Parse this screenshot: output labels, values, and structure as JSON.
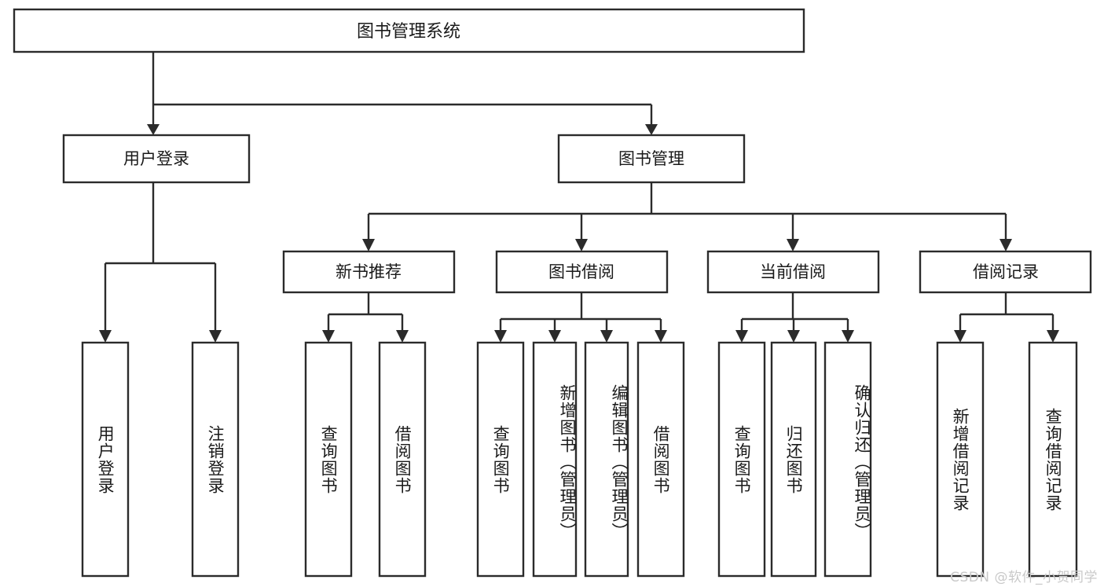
{
  "diagram": {
    "title": "图书管理系统",
    "type": "tree-hierarchy",
    "watermark": "CSDN @软件_小贺同学",
    "colors": {
      "stroke": "#2b2b2b",
      "box_fill": "#ffffff",
      "text": "#1a1a1a",
      "background": "#ffffff",
      "watermark": "#c9c9c9"
    },
    "root": {
      "label": "图书管理系统"
    },
    "level2": [
      {
        "label": "用户登录"
      },
      {
        "label": "图书管理"
      }
    ],
    "level3": [
      {
        "label": "新书推荐"
      },
      {
        "label": "图书借阅"
      },
      {
        "label": "当前借阅"
      },
      {
        "label": "借阅记录"
      }
    ],
    "leaves": {
      "user_login": [
        {
          "label": "用户登录"
        },
        {
          "label": "注销登录"
        }
      ],
      "new_book_recommend": [
        {
          "label": "查询图书"
        },
        {
          "label": "借阅图书"
        }
      ],
      "book_borrow": [
        {
          "label": "查询图书"
        },
        {
          "label": "新增图书（管理员）"
        },
        {
          "label": "编辑图书（管理员）"
        },
        {
          "label": "借阅图书"
        }
      ],
      "current_borrow": [
        {
          "label": "查询图书"
        },
        {
          "label": "归还图书"
        },
        {
          "label": "确认归还（管理员）"
        }
      ],
      "borrow_record": [
        {
          "label": "新增借阅记录"
        },
        {
          "label": "查询借阅记录"
        }
      ]
    }
  }
}
